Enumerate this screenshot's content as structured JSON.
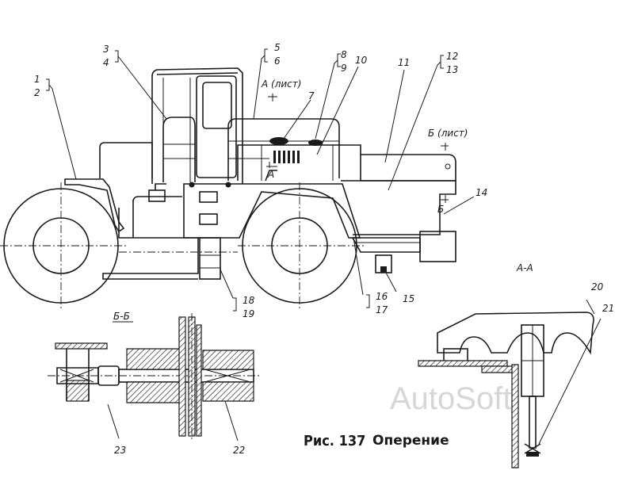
{
  "figure": {
    "caption_number": "Рис. 137",
    "caption_title": "Оперение"
  },
  "watermark": "AutoSoft",
  "section_labels": {
    "a_list": "А (лист)",
    "a_mark": "А",
    "b_list": "Б (лист)",
    "b_mark": "Б",
    "section_aa": "А-А",
    "section_bb": "Б-Б"
  },
  "callouts": [
    "1",
    "2",
    "3",
    "4",
    "5",
    "6",
    "7",
    "8",
    "9",
    "10",
    "11",
    "12",
    "13",
    "14",
    "15",
    "16",
    "17",
    "18",
    "19",
    "20",
    "21",
    "22",
    "23"
  ]
}
